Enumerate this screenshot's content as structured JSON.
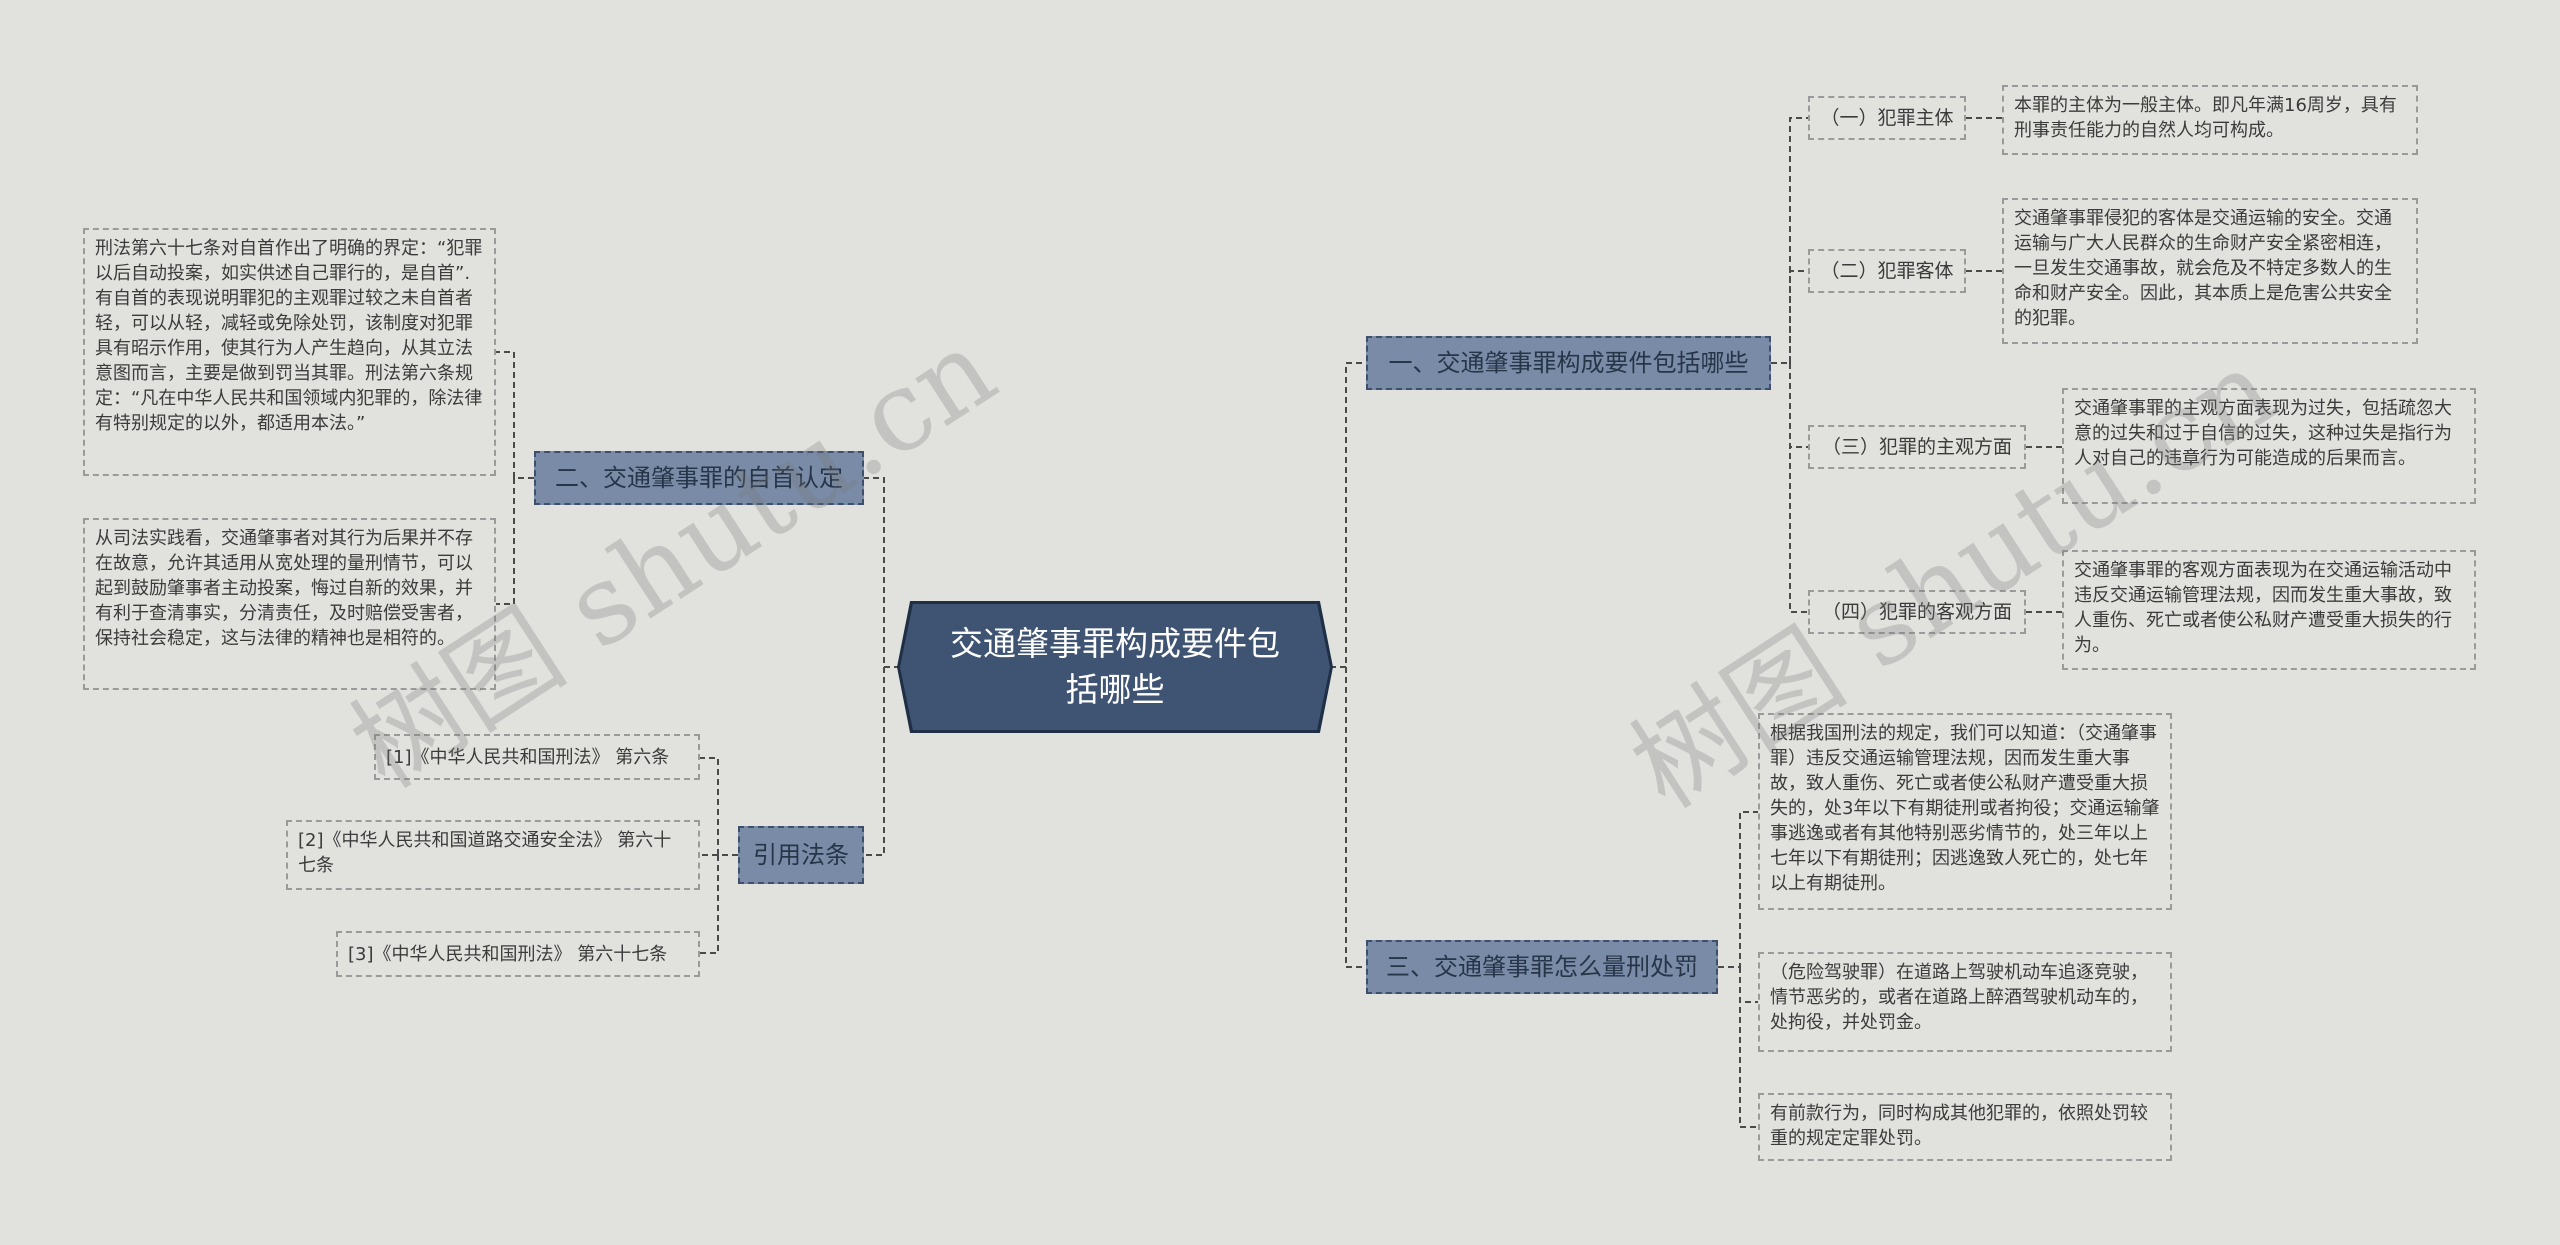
{
  "root": {
    "title": "交通肇事罪构成要件包括哪些"
  },
  "branches": {
    "b1": {
      "label": "一、交通肇事罪构成要件包括哪些"
    },
    "b2": {
      "label": "二、交通肇事罪的自首认定"
    },
    "b3": {
      "label": "三、交通肇事罪怎么量刑处罚"
    },
    "b4": {
      "label": "引用法条"
    }
  },
  "b1_items": [
    {
      "label": "（一）犯罪主体",
      "text": "本罪的主体为一般主体。即凡年满16周岁，具有刑事责任能力的自然人均可构成。"
    },
    {
      "label": "（二）犯罪客体",
      "text": "交通肇事罪侵犯的客体是交通运输的安全。交通运输与广大人民群众的生命财产安全紧密相连，一旦发生交通事故，就会危及不特定多数人的生命和财产安全。因此，其本质上是危害公共安全的犯罪。"
    },
    {
      "label": "（三）犯罪的主观方面",
      "text": "交通肇事罪的主观方面表现为过失，包括疏忽大意的过失和过于自信的过失，这种过失是指行为人对自己的违章行为可能造成的后果而言。"
    },
    {
      "label": "（四）犯罪的客观方面",
      "text": "交通肇事罪的客观方面表现为在交通运输活动中违反交通运输管理法规，因而发生重大事故，致人重伤、死亡或者使公私财产遭受重大损失的行为。"
    }
  ],
  "b2_items": [
    {
      "text": "刑法第六十七条对自首作出了明确的界定：“犯罪以后自动投案，如实供述自己罪行的，是自首”.有自首的表现说明罪犯的主观罪过较之未自首者轻，可以从轻，减轻或免除处罚，该制度对犯罪具有昭示作用，使其行为人产生趋向，从其立法意图而言，主要是做到罚当其罪。刑法第六条规定：“凡在中华人民共和国领域内犯罪的，除法律有特别规定的以外，都适用本法。”"
    },
    {
      "text": "从司法实践看，交通肇事者对其行为后果并不存在故意，允许其适用从宽处理的量刑情节，可以起到鼓励肇事者主动投案，悔过自新的效果，并有利于查清事实，分清责任，及时赔偿受害者，保持社会稳定，这与法律的精神也是相符的。"
    }
  ],
  "b3_items": [
    {
      "text": "根据我国刑法的规定，我们可以知道：（交通肇事罪）违反交通运输管理法规，因而发生重大事故，致人重伤、死亡或者使公私财产遭受重大损失的，处3年以下有期徒刑或者拘役；交通运输肇事逃逸或者有其他特别恶劣情节的，处三年以上七年以下有期徒刑；因逃逸致人死亡的，处七年以上有期徒刑。"
    },
    {
      "text": "（危险驾驶罪）在道路上驾驶机动车追逐竞驶，情节恶劣的，或者在道路上醉酒驾驶机动车的，处拘役，并处罚金。"
    },
    {
      "text": "有前款行为，同时构成其他犯罪的，依照处罚较重的规定定罪处罚。"
    }
  ],
  "b4_items": [
    {
      "text": "[1]《中华人民共和国刑法》 第六条"
    },
    {
      "text": "[2]《中华人民共和国道路交通安全法》 第六十七条"
    },
    {
      "text": "[3]《中华人民共和国刑法》 第六十七条"
    }
  ],
  "watermarks": [
    "树图 shutu.cn",
    "树图 shutu.cn"
  ],
  "colors": {
    "background": "#e1e2de",
    "root": "#3f5473",
    "branch": "#7a8ba7",
    "line": "#4a4a4a"
  }
}
